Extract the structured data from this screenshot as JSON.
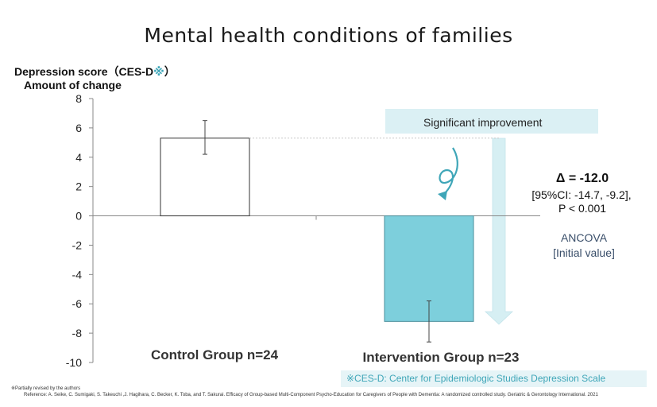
{
  "title": "Mental health conditions of families",
  "ylabel_line1": "Depression score（CES-D",
  "ylabel_mark": "※",
  "ylabel_close": "）",
  "ylabel_line2": "Amount of change",
  "significance_box": "Significant improvement",
  "stats": {
    "delta": "Δ = -12.0",
    "ci": "[95%CI: -14.7, -9.2],",
    "p": "P < 0.001",
    "method": "ANCOVA",
    "adjust": "[Initial value]"
  },
  "footnote_box": "※CES-D: Center for Epidemiologic Studies Depression Scale",
  "note1": "※Partially revised by the authors",
  "note2": "Reference: A. Seike, C. Sumigaki, S. Takeuchi ,J. Hagihara, C. Becker, K. Toba, and T. Sakurai. Efficacy of Group-based Multi-Component Psycho-Education for Caregivers of People with Dementia: A randomized controlled study. Geriatric & Gerontology International. 2021",
  "colors": {
    "intervention_bar": "#7dcfdc",
    "control_bar": "#ffffff",
    "arrow": "#d6eff3",
    "accent": "#3fa6b8"
  },
  "chart_data": {
    "type": "bar",
    "categories": [
      "Control Group n=24",
      "Intervention Group n=23"
    ],
    "values": [
      5.3,
      -7.2
    ],
    "error_low": [
      4.2,
      -8.6
    ],
    "error_high": [
      6.5,
      -5.8
    ],
    "ylim": [
      -10,
      8
    ],
    "yticks": [
      8,
      6,
      4,
      2,
      0,
      -2,
      -4,
      -6,
      -8,
      -10
    ],
    "grid": false
  }
}
